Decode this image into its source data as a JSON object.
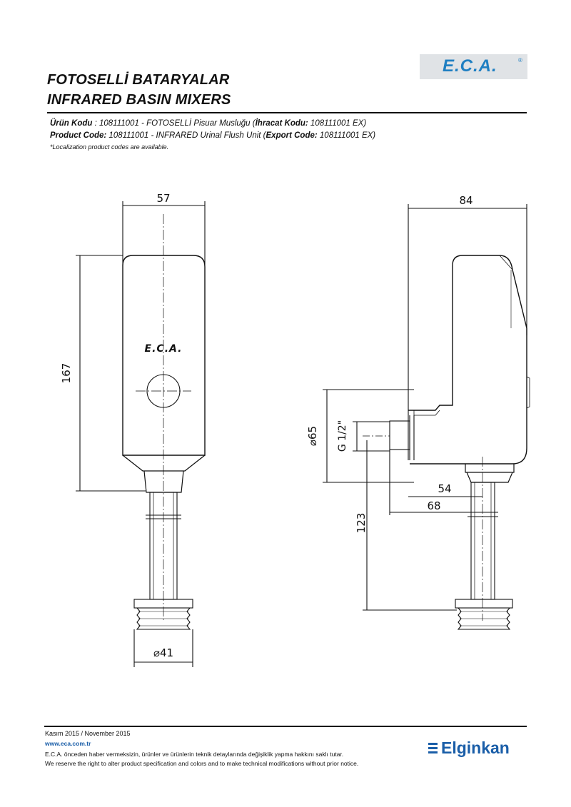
{
  "header": {
    "title_tr": "FOTOSELLİ BATARYALAR",
    "title_en": "INFRARED BASIN MIXERS",
    "logo": "E.C.A.",
    "logo_mark": "®"
  },
  "codes": {
    "tr_label": "Ürün Kodu",
    "tr_text": "    : 108111001 - FOTOSELLİ Pisuar Musluğu (",
    "tr_export_label": "İhracat Kodu:",
    "tr_export_value": " 108111001 EX)",
    "en_label": "Product Code:",
    "en_text": " 108111001 - INFRARED Urinal Flush Unit (",
    "en_export_label": "Export Code:",
    "en_export_value": " 108111001 EX)",
    "note": "*Localization product codes are available."
  },
  "drawing": {
    "front_logo": "E.C.A.",
    "dim_width_front": "57",
    "dim_height": "167",
    "dim_diameter_bottom": "⌀41",
    "dim_width_side": "84",
    "dim_diameter_flange": "⌀65",
    "dim_thread": "G 1/2\"",
    "dim_54": "54",
    "dim_68": "68",
    "dim_123": "123"
  },
  "footer": {
    "date": "Kasım 2015 / November 2015",
    "website": "www.eca.com.tr",
    "disclaimer_tr": "E.C.A. önceden haber vermeksizin, ürünler ve ürünlerin teknik detaylarında değişiklik yapma hakkını saklı tutar.",
    "disclaimer_en": "We reserve the right to alter product specification and colors and to make technical modifications without prior notice.",
    "brand": "Elginkan"
  }
}
